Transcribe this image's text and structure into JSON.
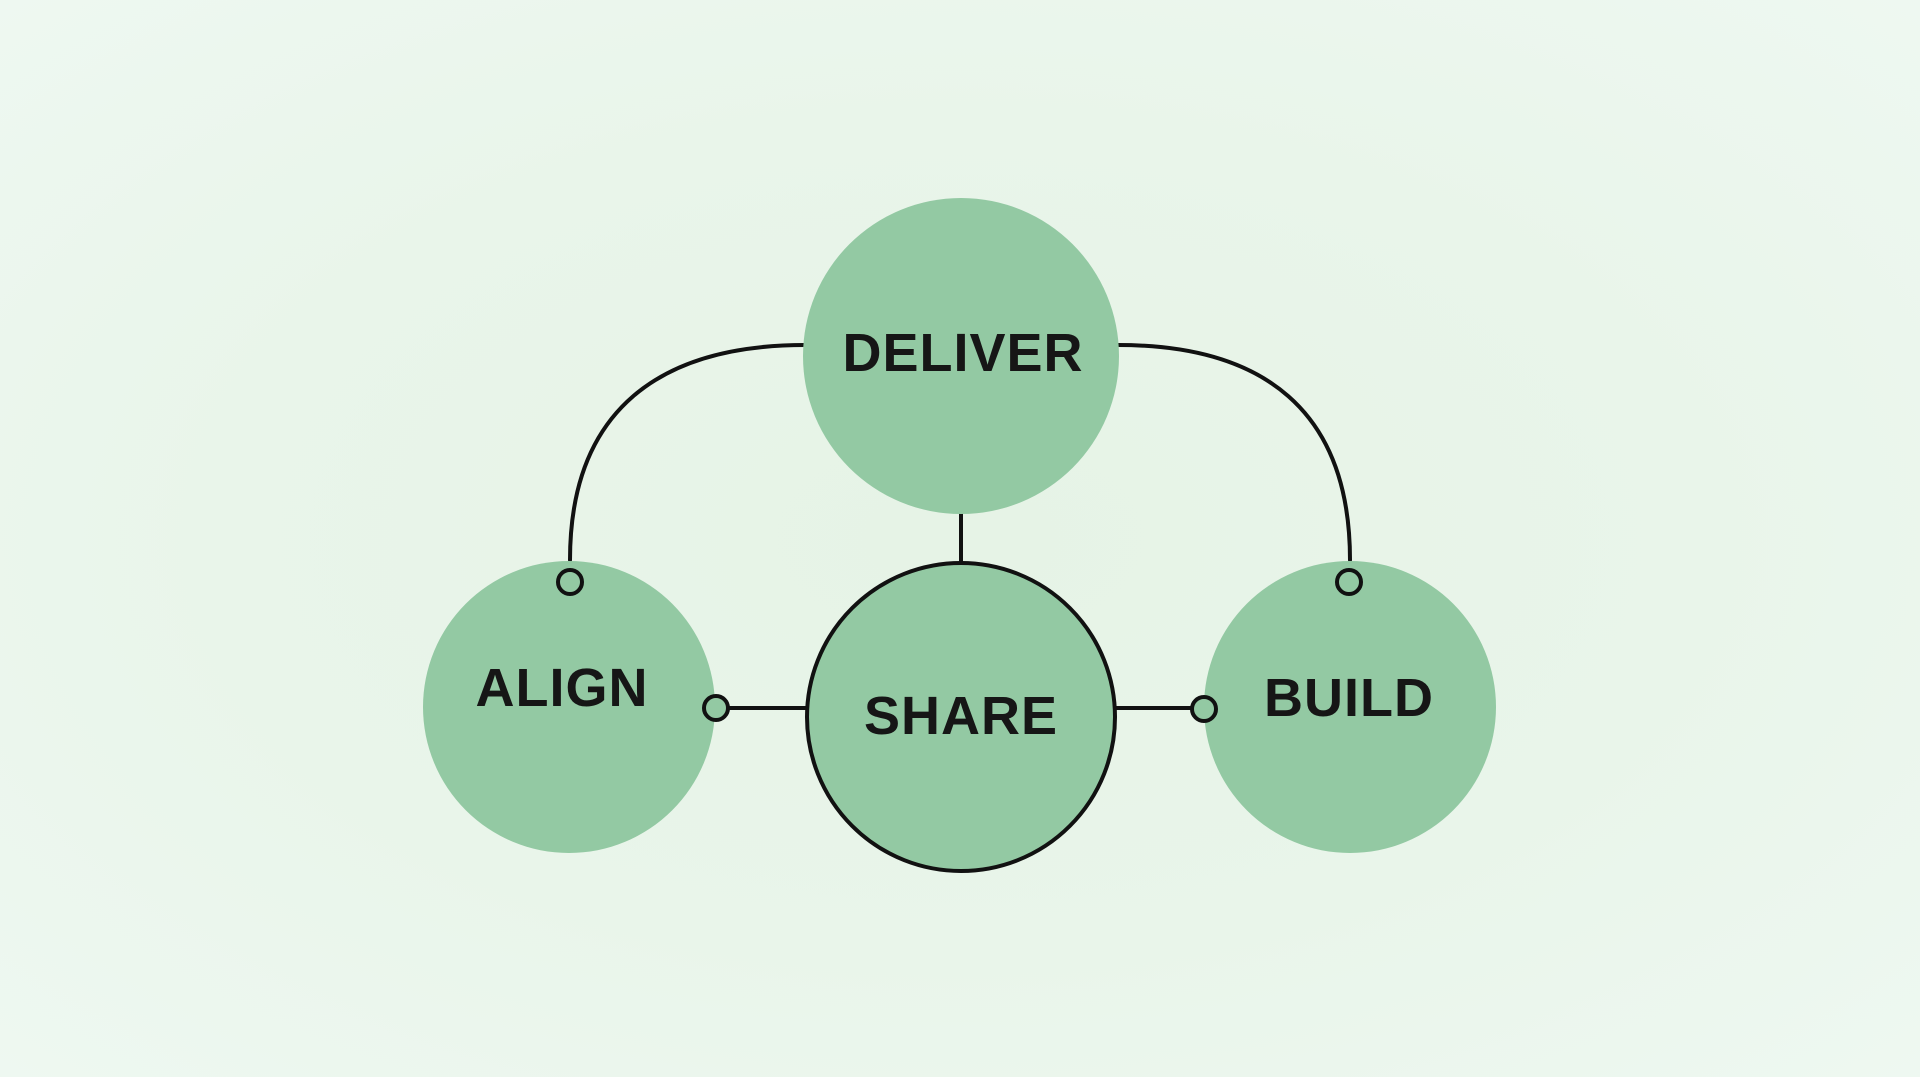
{
  "diagram": {
    "colors": {
      "background": "#eaf6ec",
      "node_fill": "#93c9a3",
      "line": "#111111",
      "text": "#161616"
    },
    "nodes": [
      {
        "id": "deliver",
        "label": "DELIVER"
      },
      {
        "id": "align",
        "label": "ALIGN"
      },
      {
        "id": "share",
        "label": "SHARE"
      },
      {
        "id": "build",
        "label": "BUILD"
      }
    ],
    "edges": [
      {
        "from": "deliver",
        "to": "align"
      },
      {
        "from": "deliver",
        "to": "build"
      },
      {
        "from": "deliver",
        "to": "share"
      },
      {
        "from": "share",
        "to": "align"
      },
      {
        "from": "share",
        "to": "build"
      }
    ]
  }
}
